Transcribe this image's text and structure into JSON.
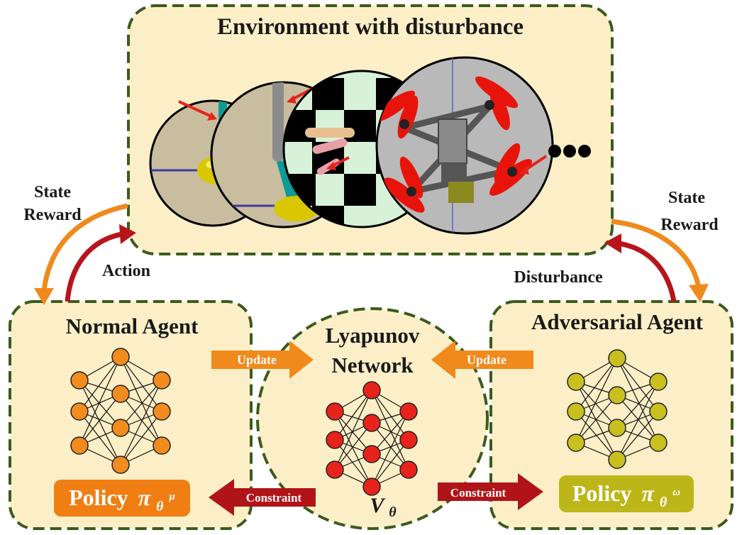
{
  "environment": {
    "title": "Environment with disturbance"
  },
  "left_labels": {
    "state": "State",
    "reward": "Reward",
    "action": "Action"
  },
  "right_labels": {
    "state": "State",
    "reward": "Reward",
    "disturbance": "Disturbance"
  },
  "normal_agent": {
    "title": "Normal Agent",
    "policy_label": "Policy",
    "policy_symbol": "π",
    "policy_sub": "θ",
    "policy_sup": "μ"
  },
  "adversarial_agent": {
    "title": "Adversarial Agent",
    "policy_label": "Policy",
    "policy_symbol": "π",
    "policy_sub": "θ",
    "policy_sup": "ω"
  },
  "lyapunov": {
    "title_line1": "Lyapunov",
    "title_line2": "Network",
    "value_symbol": "V",
    "value_sub": "θ"
  },
  "arrows": {
    "update_left": "Update",
    "update_right": "Update",
    "constraint_left": "Constraint",
    "constraint_right": "Constraint"
  },
  "colors": {
    "panel_fill": "#fcefc7",
    "panel_border": "#3d5a1e",
    "orange": "#f08a1c",
    "dark_red": "#b8141c",
    "normal_node": "#f28c1e",
    "lyap_node": "#e8231c",
    "adv_node": "#c9c020",
    "policy_normal_bg": "#f07e12",
    "policy_adv_bg": "#bdb619"
  }
}
